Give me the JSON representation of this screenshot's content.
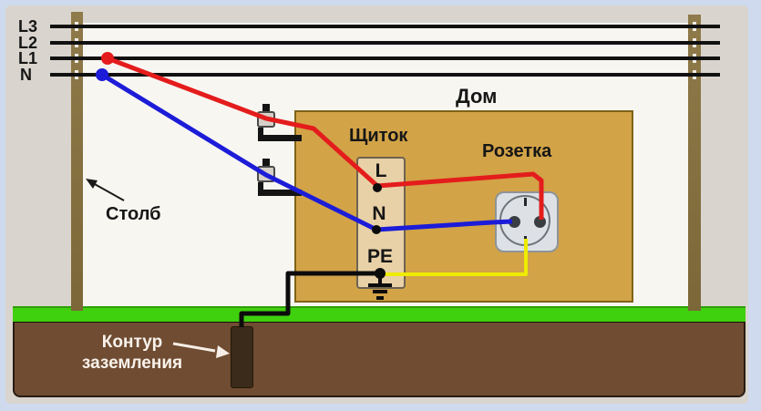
{
  "labels": {
    "l3": "L3",
    "l2": "L2",
    "l1": "L1",
    "n": "N",
    "pole": "Столб",
    "house": "Дом",
    "panel": "Щиток",
    "socket": "Розетка",
    "terminal_l": "L",
    "terminal_n": "N",
    "terminal_pe": "PE",
    "earthing_line1": "Контур",
    "earthing_line2": "заземления"
  },
  "colors": {
    "phase_wire": "#e41c1c",
    "neutral_wire": "#1c1cd8",
    "pe_wire": "#eeec00",
    "grounding_conductor": "#0c0c0c",
    "power_line": "#111111",
    "sky": "#f8f6f1",
    "house": "#d2a347",
    "panel": "#e8d1a6",
    "socket_body": "#dde1e5",
    "grass": "#3fd00e",
    "earth": "#6f4c32",
    "pole": "#8a7446",
    "frame": "#cfdaee"
  }
}
